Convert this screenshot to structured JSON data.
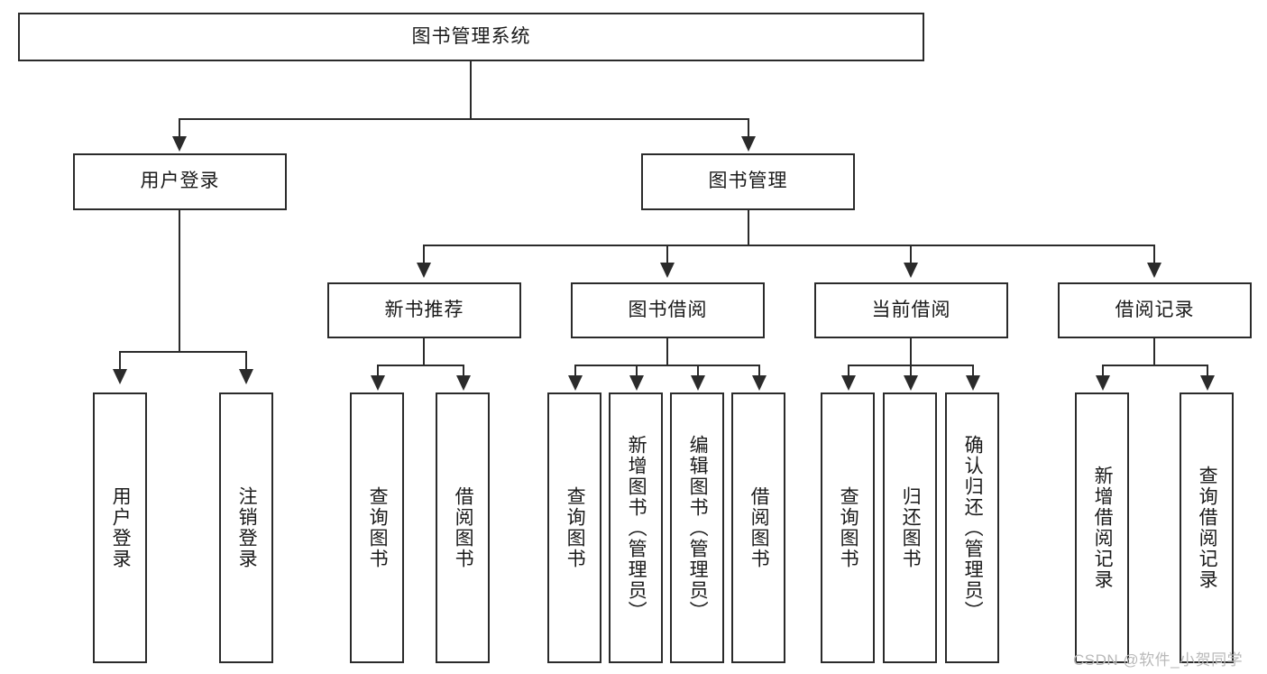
{
  "diagram": {
    "type": "tree-hierarchy",
    "title": "图书管理系统",
    "watermark": "CSDN @软件_小贺同学",
    "colors": {
      "stroke": "#2b2b2b",
      "fill": "#ffffff",
      "text": "#1a1a1a",
      "watermark": "#b9b9b9"
    },
    "nodes": {
      "root": {
        "label": "图书管理系统"
      },
      "level2": [
        {
          "label": "用户登录"
        },
        {
          "label": "图书管理"
        }
      ],
      "level3": [
        {
          "label": "新书推荐"
        },
        {
          "label": "图书借阅"
        },
        {
          "label": "当前借阅"
        },
        {
          "label": "借阅记录"
        }
      ],
      "leaves": {
        "user_login": [
          {
            "label": "用户登录"
          },
          {
            "label": "注销登录"
          }
        ],
        "new_book_recommend": [
          {
            "label": "查询图书"
          },
          {
            "label": "借阅图书"
          }
        ],
        "book_borrow": [
          {
            "label": "查询图书"
          },
          {
            "label": "新增图书（管理员）"
          },
          {
            "label": "编辑图书（管理员）"
          },
          {
            "label": "借阅图书"
          }
        ],
        "current_borrow": [
          {
            "label": "查询图书"
          },
          {
            "label": "归还图书"
          },
          {
            "label": "确认归还（管理员）"
          }
        ],
        "borrow_record": [
          {
            "label": "新增借阅记录"
          },
          {
            "label": "查询借阅记录"
          }
        ]
      }
    }
  }
}
